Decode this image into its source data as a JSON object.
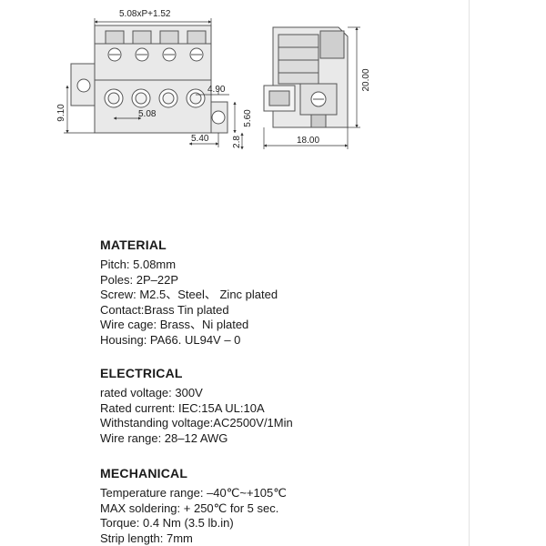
{
  "drawing": {
    "dims": {
      "top_width": "5.08xP+1.52",
      "left_height": "9.10",
      "pitch": "5.08",
      "pin_offset": "4.90",
      "bottom_width": "5.40",
      "bottom_height": "2.8",
      "right_height": "5.60",
      "side_height": "20.00",
      "side_width": "18.00"
    }
  },
  "material": {
    "heading": "MATERIAL",
    "lines": [
      "Pitch: 5.08mm",
      "Poles:  2P–22P",
      "Screw: M2.5、Steel、 Zinc plated",
      "Contact:Brass Tin plated",
      "Wire cage: Brass、Ni plated",
      "Housing: PA66. UL94V – 0"
    ]
  },
  "electrical": {
    "heading": "ELECTRICAL",
    "lines": [
      "rated voltage: 300V",
      "Rated current: IEC:15A  UL:10A",
      "Withstanding voltage:AC2500V/1Min",
      "Wire range: 28–12 AWG"
    ]
  },
  "mechanical": {
    "heading": "MECHANICAL",
    "lines": [
      "Temperature range: –40℃~+105℃",
      "MAX soldering: + 250℃ for 5 sec.",
      "Torque: 0.4 Nm (3.5 lb.in)",
      "Strip length: 7mm"
    ]
  }
}
